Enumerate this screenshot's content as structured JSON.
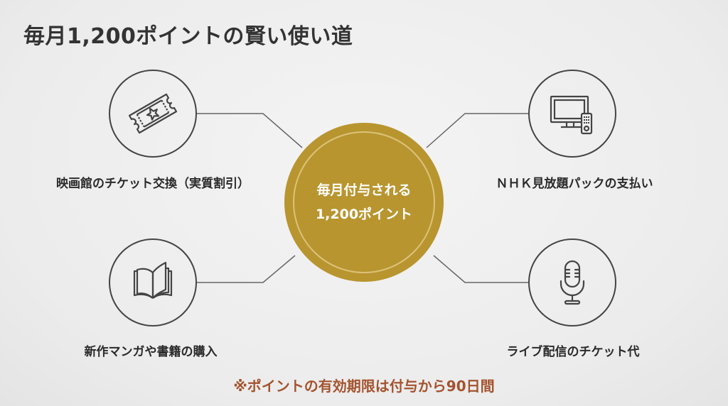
{
  "title": "毎月1,200ポイントの賢い使い道",
  "center": {
    "line1": "毎月付与される",
    "line2": "1,200ポイント",
    "color": "#b8952f"
  },
  "items": [
    {
      "label": "映画館のチケット交換（実質割引）",
      "icon": "ticket-icon"
    },
    {
      "label": "ＮＨＫ見放題パックの支払い",
      "icon": "tv-remote-icon"
    },
    {
      "label": "新作マンガや書籍の購入",
      "icon": "book-icon"
    },
    {
      "label": "ライブ配信のチケット代",
      "icon": "microphone-icon"
    }
  ],
  "note": {
    "text": "※ポイントの有効期限は付与から90日間",
    "color": "#a4532f"
  }
}
